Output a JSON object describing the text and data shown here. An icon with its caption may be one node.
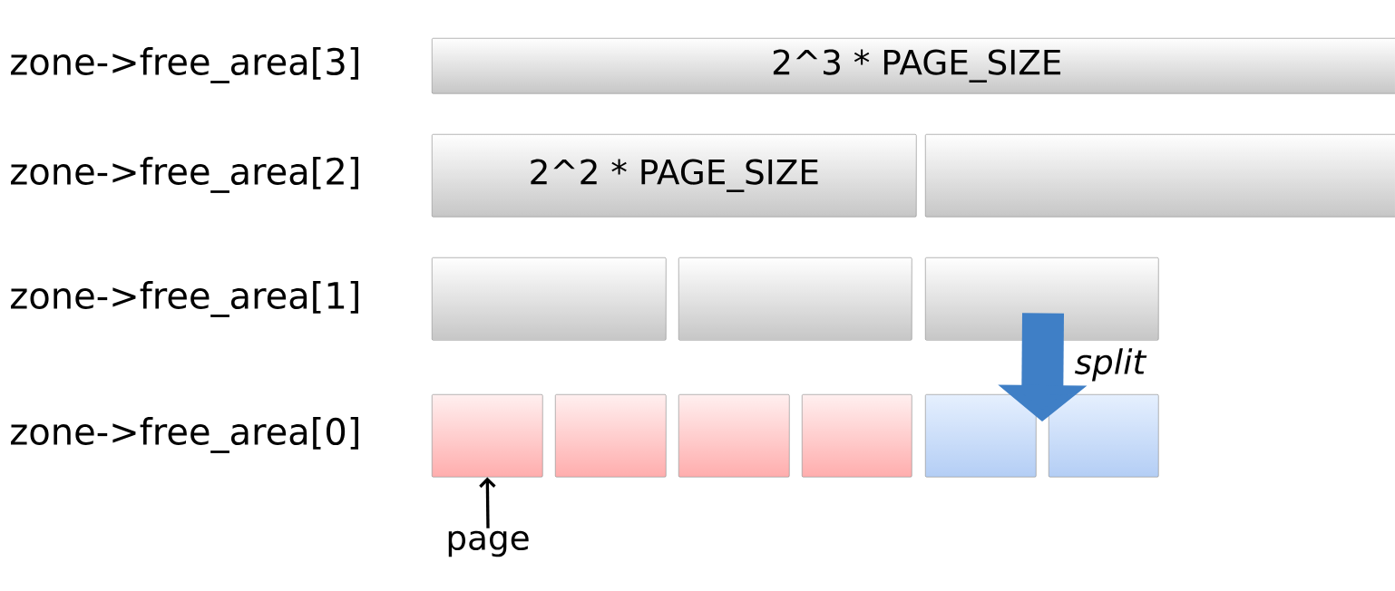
{
  "diagram": {
    "nodes": [
      {
        "text": [
          "2^3 * PAGE_SIZE"
        ]
      },
      {
        "text": [
          "2^2 * PAGE_SIZE"
        ]
      },
      {
        "text": [],
        "shape": "box"
      },
      {
        "text": [],
        "shape": "box"
      },
      {
        "text": [],
        "shape": "box"
      },
      {
        "text": [],
        "shape": "box"
      },
      {
        "text": [],
        "shape": "box"
      },
      {
        "text": [],
        "shape": "box"
      },
      {
        "text": [],
        "shape": "box"
      },
      {
        "text": [],
        "shape": "box"
      },
      {
        "text": [],
        "shape": "box"
      },
      {
        "text": [],
        "shape": "box"
      },
      {
        "text": [
          "page"
        ]
      }
    ],
    "edges": [
      {
        "from": 5,
        "to": 11,
        "arrow": "to",
        "label": "split",
        "style": "thick",
        "color": "#3f7fc6"
      },
      {
        "from": 12,
        "to": 6,
        "arrow": "to",
        "color": "#000000"
      }
    ],
    "labels": [
      "zone->free_area[3]",
      "zone->free_area[2]",
      "zone->free_area[1]",
      "zone->free_area[0]"
    ]
  }
}
